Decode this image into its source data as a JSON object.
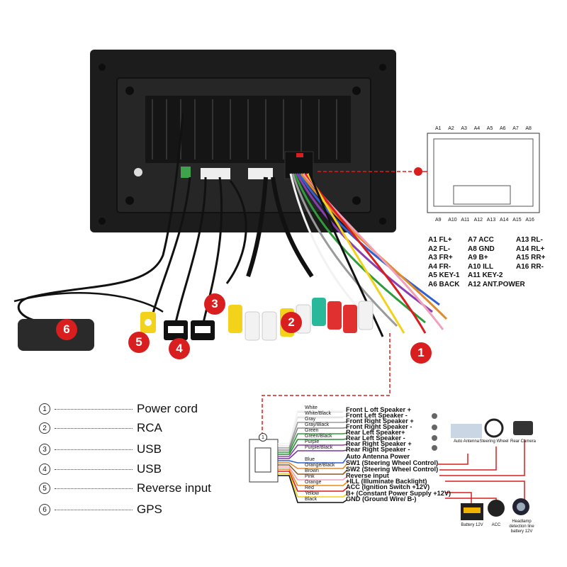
{
  "pin_labels_top": [
    "A1",
    "A2",
    "A3",
    "A4",
    "A5",
    "A6",
    "A7",
    "A8"
  ],
  "pin_labels_bottom": [
    "A9",
    "A10",
    "A11",
    "A12",
    "A13",
    "A14",
    "A15",
    "A16"
  ],
  "pin_table": {
    "col1": [
      "A1 FL+",
      "A2 FL-",
      "A3 FR+",
      "A4 FR-",
      "A5 KEY-1",
      "A6 BACK"
    ],
    "col2": [
      "A7 ACC",
      "A8 GND",
      "A9 B+",
      "A10 ILL",
      "A11 KEY-2",
      "A12 ANT.POWER"
    ],
    "col3": [
      "A13 RL-",
      "A14 RL+",
      "A15 RR+",
      "A16 RR-"
    ]
  },
  "callouts": [
    "1",
    "2",
    "3",
    "4",
    "5",
    "6"
  ],
  "legend": [
    {
      "num": "1",
      "label": "Power cord"
    },
    {
      "num": "2",
      "label": "RCA"
    },
    {
      "num": "3",
      "label": "USB"
    },
    {
      "num": "4",
      "label": "USB"
    },
    {
      "num": "5",
      "label": "Reverse input"
    },
    {
      "num": "6",
      "label": "GPS"
    }
  ],
  "wires": [
    {
      "color_name": "White",
      "hex": "#f2f2f2",
      "function": "Front L oft Speaker +"
    },
    {
      "color_name": "White/Black",
      "hex": "#e8e8e8",
      "function": "Front Left Speaker -"
    },
    {
      "color_name": "Gray",
      "hex": "#9a9a9a",
      "function": "Front Right Speaker +"
    },
    {
      "color_name": "Gray/Black",
      "hex": "#888888",
      "function": "Front Right Speaker -"
    },
    {
      "color_name": "Green",
      "hex": "#2e9c3a",
      "function": "Rear Left Speaker+"
    },
    {
      "color_name": "Green/Black",
      "hex": "#2a8a34",
      "function": "Rear Left Speaker -"
    },
    {
      "color_name": "Purple",
      "hex": "#8a3fb0",
      "function": "Rear Right Speaker +"
    },
    {
      "color_name": "Purple/Black",
      "hex": "#7a3498",
      "function": "Rear Right Speaker -"
    },
    {
      "color_name": "Blue",
      "hex": "#2f5fd0",
      "function": "Auto Antenna Power"
    },
    {
      "color_name": "Orange/Black",
      "hex": "#e08a2a",
      "function": "SW1 (Steering Wheel Control)"
    },
    {
      "color_name": "Brown",
      "hex": "#8a5a2a",
      "function": "SW2 (Steering Wheel Control)"
    },
    {
      "color_name": "Pink",
      "hex": "#f0a0b8",
      "function": "Reverse input"
    },
    {
      "color_name": "Orange",
      "hex": "#f08a1a",
      "function": "+ILL (Illuminate Backlight)"
    },
    {
      "color_name": "Red",
      "hex": "#d81e1e",
      "function": "ACC (Ignition Switch +12V)"
    },
    {
      "color_name": "Yellow",
      "hex": "#f2d21a",
      "function": "B+ (Constant Power Supply +12V)"
    },
    {
      "color_name": "Black",
      "hex": "#111111",
      "function": "GND (Ground Wire/ B-)"
    }
  ],
  "accessories": [
    "Auto Antenna",
    "Steering Wheel",
    "Rear Camera"
  ],
  "bottom_items": [
    "Battery 12V",
    "ACC",
    "Headlamp detection line battery 12V"
  ],
  "connector_num": "1",
  "colors": {
    "accent": "#d81e1e",
    "device": "#1b1b1b"
  }
}
